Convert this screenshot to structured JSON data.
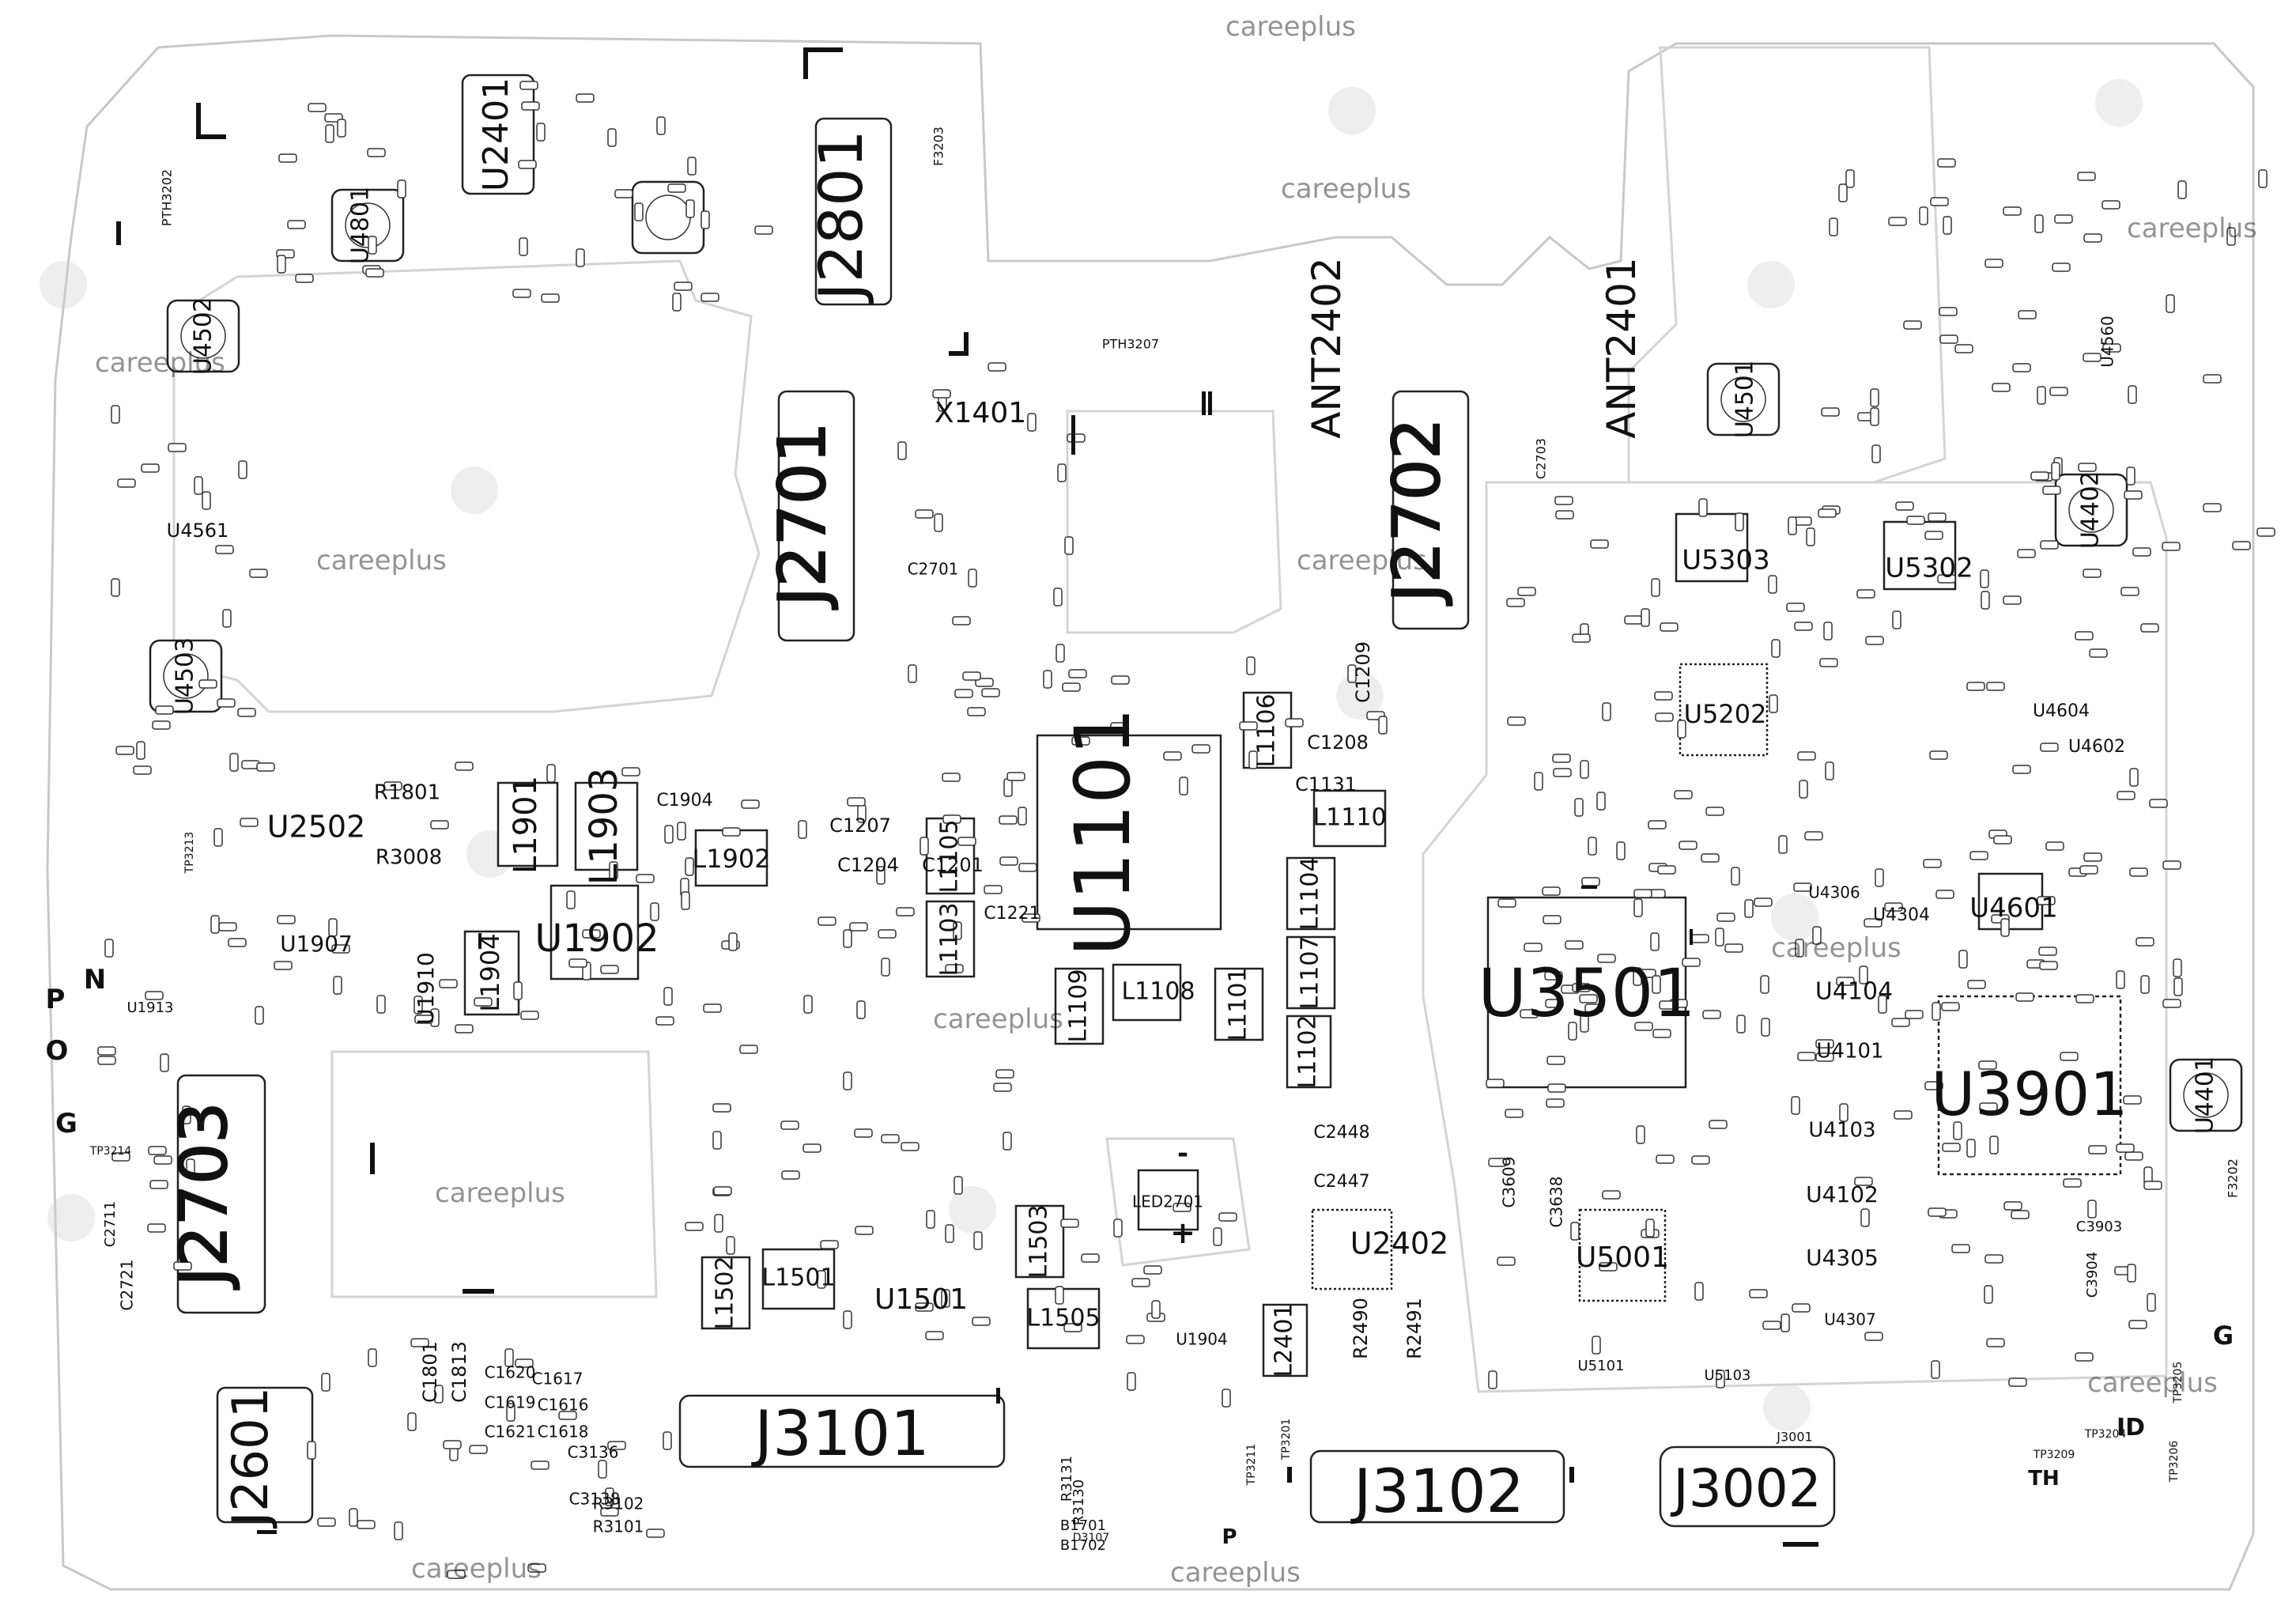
{
  "big_labels": [
    "U1101",
    "U3501",
    "U3901",
    "J2801",
    "J2701",
    "J2702",
    "J2703",
    "J2601",
    "J3101",
    "J3102",
    "J3002",
    "ANT2402",
    "ANT2401"
  ],
  "component_labels": [
    "U5303",
    "U5302",
    "U5202",
    "U4604",
    "U4602",
    "U4601",
    "U4306",
    "U4304",
    "U4104",
    "U4101",
    "U4103",
    "U4102",
    "U4305",
    "U4307",
    "U5001",
    "U5101",
    "U5103",
    "U2502",
    "U1902",
    "U1907",
    "U1910",
    "U1913",
    "U1501",
    "U1904",
    "U2402",
    "U4561",
    "U4501",
    "U4502",
    "U4503",
    "U4401",
    "U4402",
    "U4801",
    "U2401",
    "U4560",
    "X1401",
    "L1901",
    "L1903",
    "L1902",
    "L1904",
    "L1105",
    "L1103",
    "L1106",
    "L1110",
    "L1104",
    "L1107",
    "L1102",
    "L1108",
    "L1109",
    "L1101",
    "L1501",
    "L1502",
    "L1503",
    "L1505",
    "L2401",
    "LED2701",
    "R1801",
    "R3008",
    "R2490",
    "R2491",
    "R3101",
    "R3102",
    "R3130",
    "R3131",
    "C1201",
    "C1904",
    "C1207",
    "C1204",
    "C1208",
    "C1209",
    "C1131",
    "C1221",
    "C2447",
    "C2448",
    "C3638",
    "C3609",
    "C3136",
    "C3138",
    "C1801",
    "C1813",
    "C1620",
    "C1617",
    "C1616",
    "C1619",
    "C1621",
    "C1618",
    "C2701",
    "C2703",
    "C2721",
    "C2711",
    "C3903",
    "C3904",
    "PTH3202",
    "PTH3207",
    "F3203",
    "F3202",
    "B1701",
    "B1702",
    "D3107",
    "J3001",
    "TP3201",
    "TP3205",
    "TP3206",
    "TP3209",
    "TP3211",
    "TP3213",
    "TP3214",
    "TP3204"
  ],
  "marks": [
    "P",
    "N",
    "O",
    "G",
    "G",
    "ID",
    "TH",
    "P",
    "-",
    "+"
  ],
  "watermark": "careeplus"
}
